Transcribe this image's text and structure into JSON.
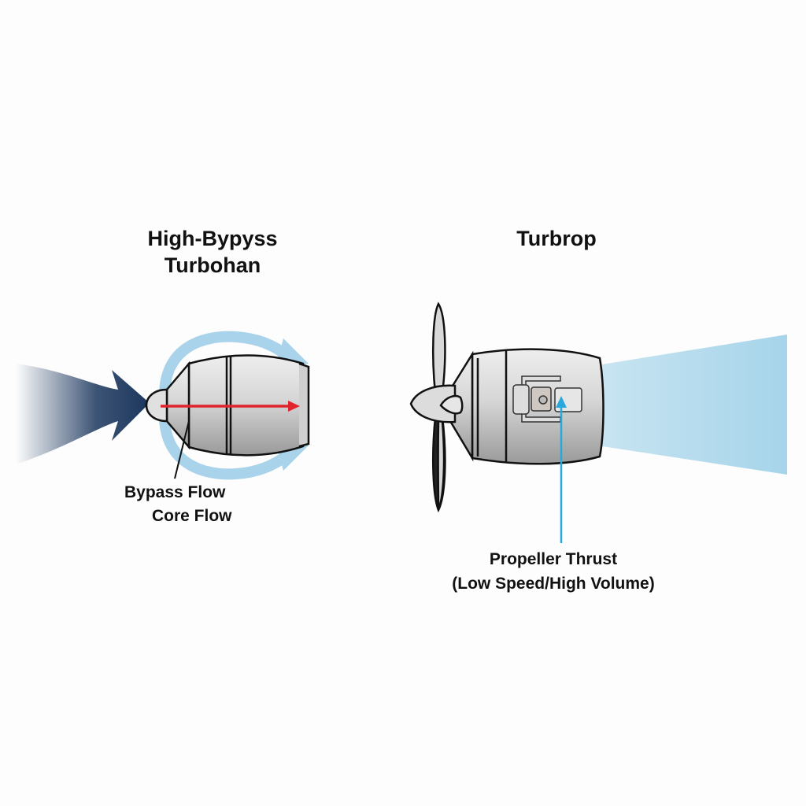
{
  "turbofan": {
    "title_line1": "High-Bypyss",
    "title_line2": "Turbohan",
    "label_bypass": "Bypass Flow",
    "label_core": "Core Flow"
  },
  "turboprop": {
    "title": "Turbrop",
    "label_line1": "Propeller Thrust",
    "label_line2": "(Low Speed/High Volume)"
  },
  "colors": {
    "intake": "#1b365d",
    "bypass": "#a9d3ea",
    "core": "#e0242b",
    "thrust": "#a9d6ea",
    "pointer": "#29a8dc"
  }
}
